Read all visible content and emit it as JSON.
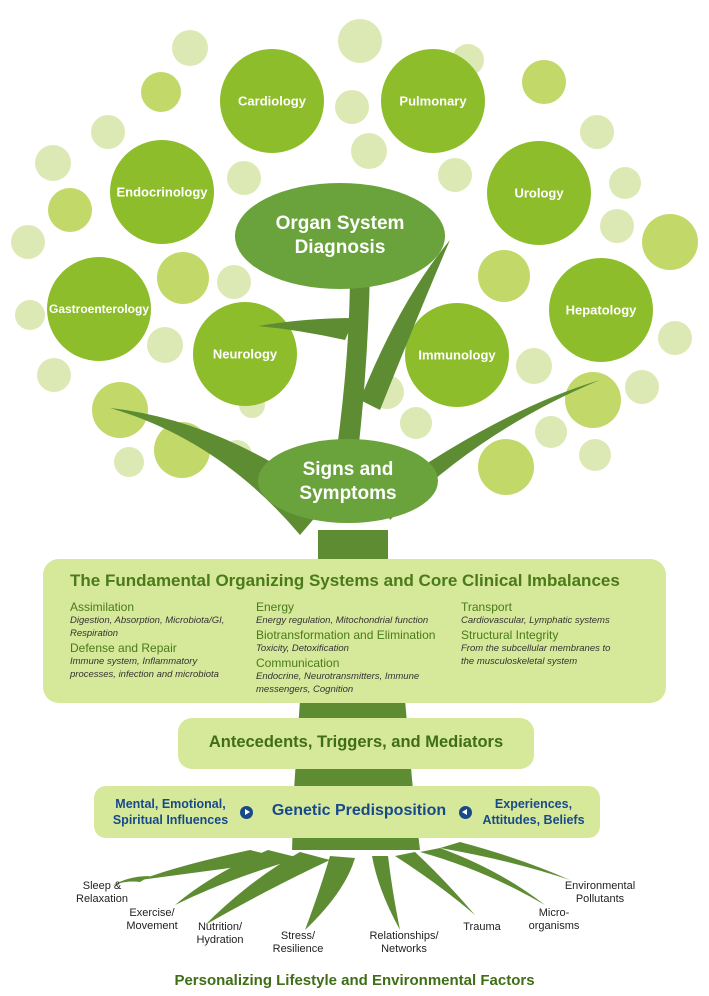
{
  "tree": {
    "organs": [
      "Cardiology",
      "Pulmonary",
      "Endocrinology",
      "Urology",
      "Gastroenterology",
      "Hepatology",
      "Neurology",
      "Immunology"
    ],
    "crown_label_line1": "Organ System",
    "crown_label_line2": "Diagnosis",
    "trunk_label_line1": "Signs and",
    "trunk_label_line2": "Symptoms"
  },
  "systems": {
    "title": "The Fundamental Organizing Systems and Core Clinical Imbalances",
    "col1": [
      {
        "heading": "Assimilation",
        "detail_lines": [
          "Digestion, Absorption, Microbiota/GI,",
          "Respiration"
        ]
      },
      {
        "heading": "Defense and Repair",
        "detail_lines": [
          "Immune system, Inflammatory",
          "processes, infection and microbiota"
        ]
      }
    ],
    "col2": [
      {
        "heading": "Energy",
        "detail_lines": [
          "Energy regulation, Mitochondrial function"
        ]
      },
      {
        "heading": "Biotransformation and Elimination",
        "detail_lines": [
          "Toxicity, Detoxification"
        ]
      },
      {
        "heading": "Communication",
        "detail_lines": [
          "Endocrine, Neurotransmitters, Immune",
          "messengers, Cognition"
        ]
      }
    ],
    "col3": [
      {
        "heading": "Transport",
        "detail_lines": [
          "Cardiovascular, Lymphatic systems"
        ]
      },
      {
        "heading": "Structural Integrity",
        "detail_lines": [
          "From the subcellular membranes to",
          "the musculoskeletal system"
        ]
      }
    ]
  },
  "antecedents": "Antecedents, Triggers, and Mediators",
  "genetics": {
    "left_line1": "Mental, Emotional,",
    "left_line2": "Spiritual Influences",
    "center": "Genetic Predisposition",
    "right_line1": "Experiences,",
    "right_line2": "Attitudes, Beliefs"
  },
  "roots": [
    {
      "line1": "Sleep &",
      "line2": "Relaxation"
    },
    {
      "line1": "Exercise/",
      "line2": "Movement"
    },
    {
      "line1": "Nutrition/",
      "line2": "Hydration"
    },
    {
      "line1": "Stress/",
      "line2": "Resilience"
    },
    {
      "line1": "Relationships/",
      "line2": "Networks"
    },
    {
      "line1": "Trauma",
      "line2": ""
    },
    {
      "line1": "Micro-",
      "line2": "organisms"
    },
    {
      "line1": "Environmental",
      "line2": "Pollutants"
    }
  ],
  "footer": "Personalizing Lifestyle and Environmental Factors",
  "colors": {
    "organ_circle": "#8dbd2b",
    "light_circle": "#dde9b4",
    "mid_circle": "#c2d96a",
    "trunk": "#5e8c33",
    "crown_ellipse": "#6aa33c",
    "panel_fill": "#d6e89a",
    "heading_green": "#4a7a1a",
    "genetics_blue": "#184a8a"
  }
}
